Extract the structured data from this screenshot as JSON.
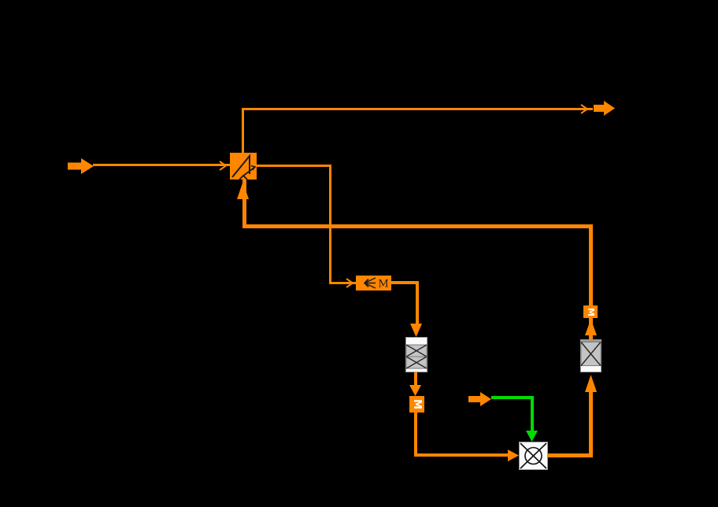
{
  "flowsheet": {
    "type": "process-flow-diagram",
    "background": "#000000",
    "colors": {
      "material_stream": "#FF8600",
      "energy_stream": "#00DC00",
      "unit_orange_fill": "#FF8600",
      "unit_gray_fill": "#C4C4C4",
      "unit_white_fill": "#FBFBFB",
      "icon_glyph": "#1a1a1a",
      "badge_text": "#FFFFFF"
    },
    "units": {
      "feed_inlet": {
        "icon": "block-arrow-right",
        "kind": "material-stream-inlet"
      },
      "separator": {
        "icon": "flash-separator",
        "kind": "separator"
      },
      "overhead_outlet": {
        "icon": "block-arrow-right",
        "kind": "material-stream-outlet"
      },
      "valve": {
        "icon": "valve-motor",
        "kind": "valve",
        "label": "M"
      },
      "column_center": {
        "icon": "packed-section-2cell",
        "kind": "static-mixer"
      },
      "motor_badge_1": {
        "label": "M"
      },
      "exchanger": {
        "icon": "circle-cross-box",
        "kind": "mixer-exchanger"
      },
      "energy_inlet": {
        "icon": "block-arrow-right",
        "kind": "energy-stream-inlet"
      },
      "column_right": {
        "icon": "packed-section-1cell",
        "kind": "static-mixer"
      },
      "motor_badge_2": {
        "label": "M"
      }
    },
    "streams": {
      "feed": {
        "color": "#FF8600",
        "path": "feed arrow → separator left"
      },
      "overhead": {
        "color": "#FF8600",
        "path": "separator top → product arrow top-right"
      },
      "liquid": {
        "color": "#FF8600",
        "path": "separator right → down → valve"
      },
      "valve_out": {
        "color": "#FF8600",
        "path": "valve → down → column_center"
      },
      "column_out": {
        "color": "#FF8600",
        "path": "column_center → M badge → right → exchanger"
      },
      "energy": {
        "color": "#00DC00",
        "path": "energy arrow → exchanger top"
      },
      "recycle": {
        "color": "#FF8600",
        "path": "exchanger → right → up → column_right → M badge → up → left → separator bottom"
      }
    }
  }
}
